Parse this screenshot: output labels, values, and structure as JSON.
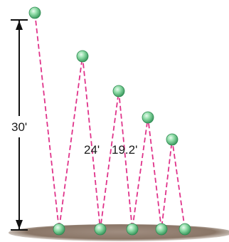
{
  "diagram": {
    "labels": {
      "initial_height": "30'",
      "second_height": "24'",
      "third_height": "19.2'"
    },
    "colors": {
      "ball_fill": "#7ccf97",
      "ball_stroke": "#2f8a52",
      "path": "#e0338a",
      "ground": "#8a7667",
      "dimension_line": "#111111"
    }
  }
}
